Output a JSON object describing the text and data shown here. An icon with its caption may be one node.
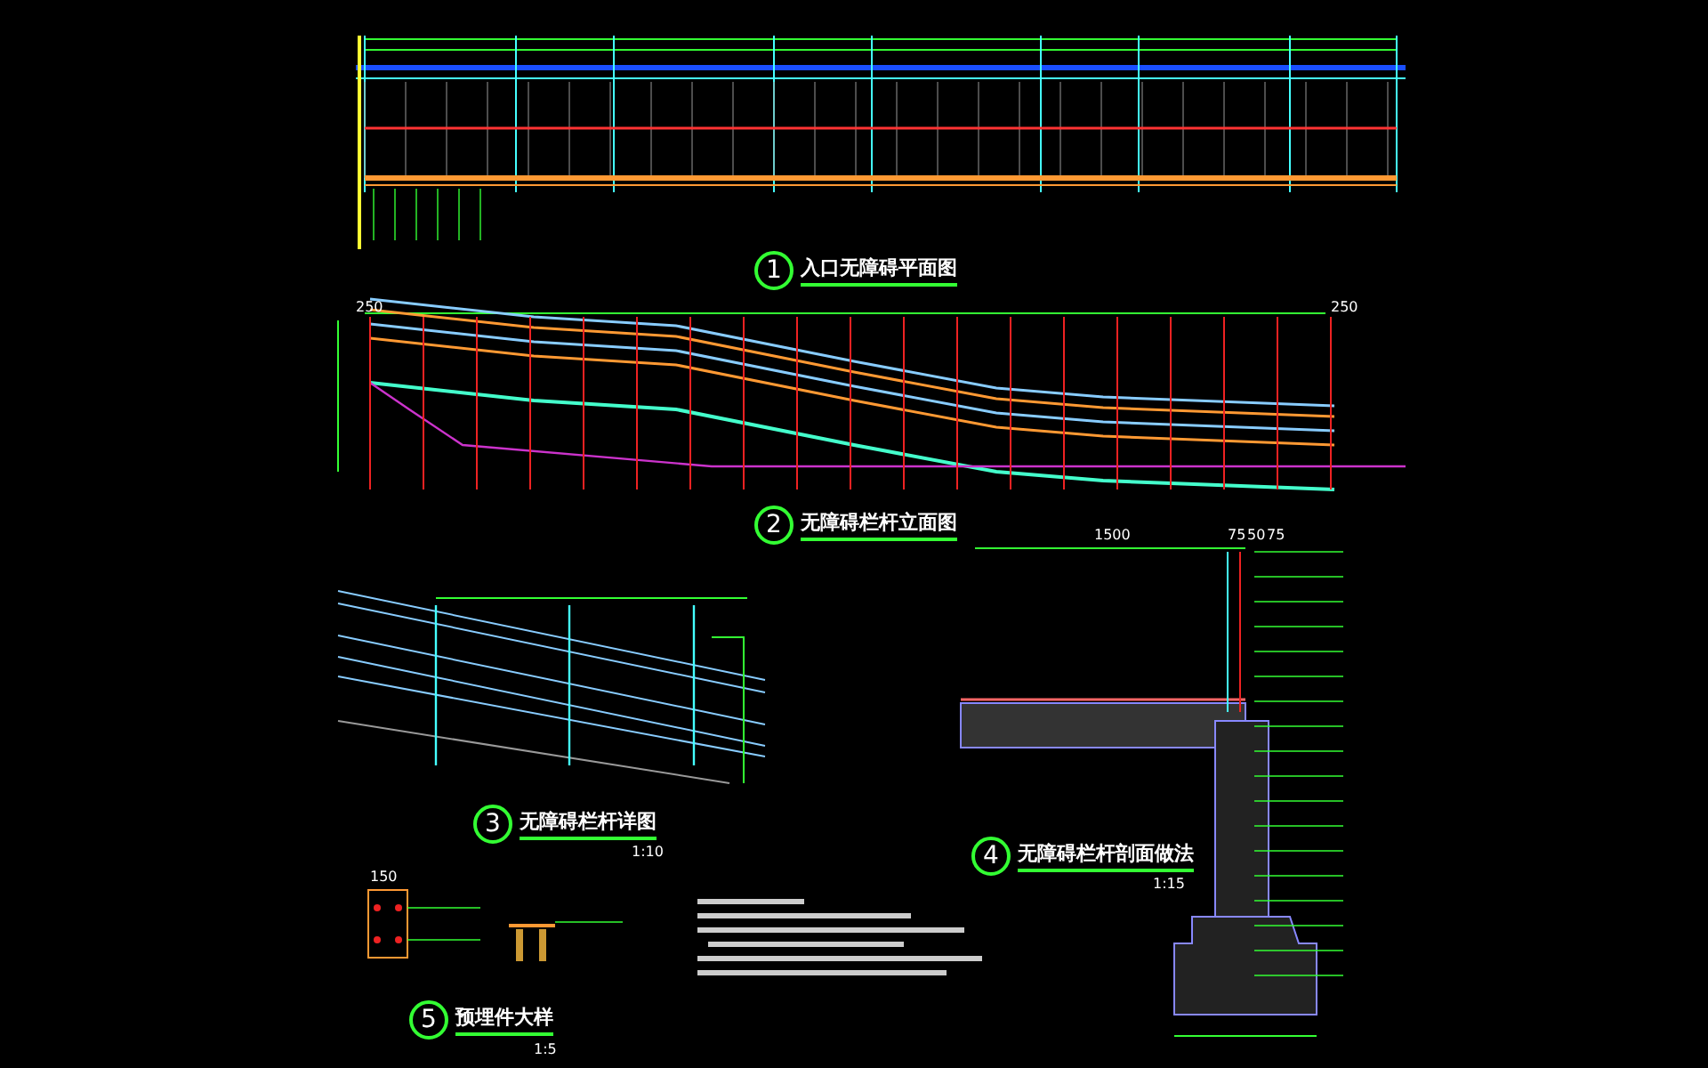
{
  "diagram": {
    "nodes": [
      {
        "text": [
          "1"
        ],
        "beside": [
          "入口无障碍平面图"
        ]
      },
      {
        "text": [
          "2"
        ],
        "beside": [
          "无障碍栏杆立面图"
        ]
      },
      {
        "text": [
          "3"
        ],
        "beside": [
          "无障碍栏杆详图"
        ]
      },
      {
        "text": [
          "4"
        ],
        "beside": [
          "无障碍栏杆剖面做法"
        ]
      },
      {
        "text": [
          "5"
        ],
        "beside": [
          "预埋件大样"
        ]
      }
    ],
    "labels": [
      "250",
      "250",
      "1500",
      "75",
      "50",
      "75",
      "150",
      "1:10",
      "1:15",
      "1:5"
    ]
  }
}
